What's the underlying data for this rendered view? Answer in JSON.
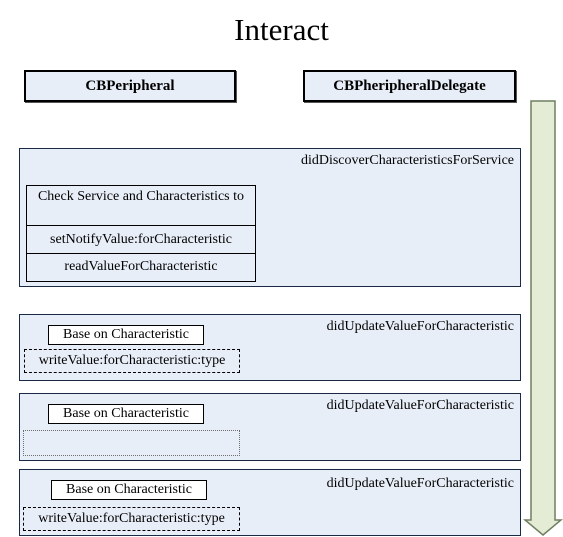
{
  "title": "Interact",
  "headers": {
    "peripheral": "CBPeripheral",
    "delegate": "CBPheripheralDelegate"
  },
  "panels": [
    {
      "delegate": "didDiscoverCharacteristicsForService",
      "steps": [
        "Check Service and Characteristics to",
        "setNotifyValue:forCharacteristic",
        "readValueForCharacteristic"
      ]
    },
    {
      "delegate": "didUpdateValueForCharacteristic",
      "base": "Base on Characteristic",
      "action": "writeValue:forCharacteristic:type"
    },
    {
      "delegate": "didUpdateValueForCharacteristic",
      "base": "Base on Characteristic",
      "action": ""
    },
    {
      "delegate": "didUpdateValueForCharacteristic",
      "base": "Base on Characteristic",
      "action": "writeValue:forCharacteristic:type"
    }
  ],
  "colors": {
    "panel_fill": "#e8eef8",
    "arrow_fill": "#e4ecd6",
    "arrow_stroke": "#6f7f60"
  }
}
